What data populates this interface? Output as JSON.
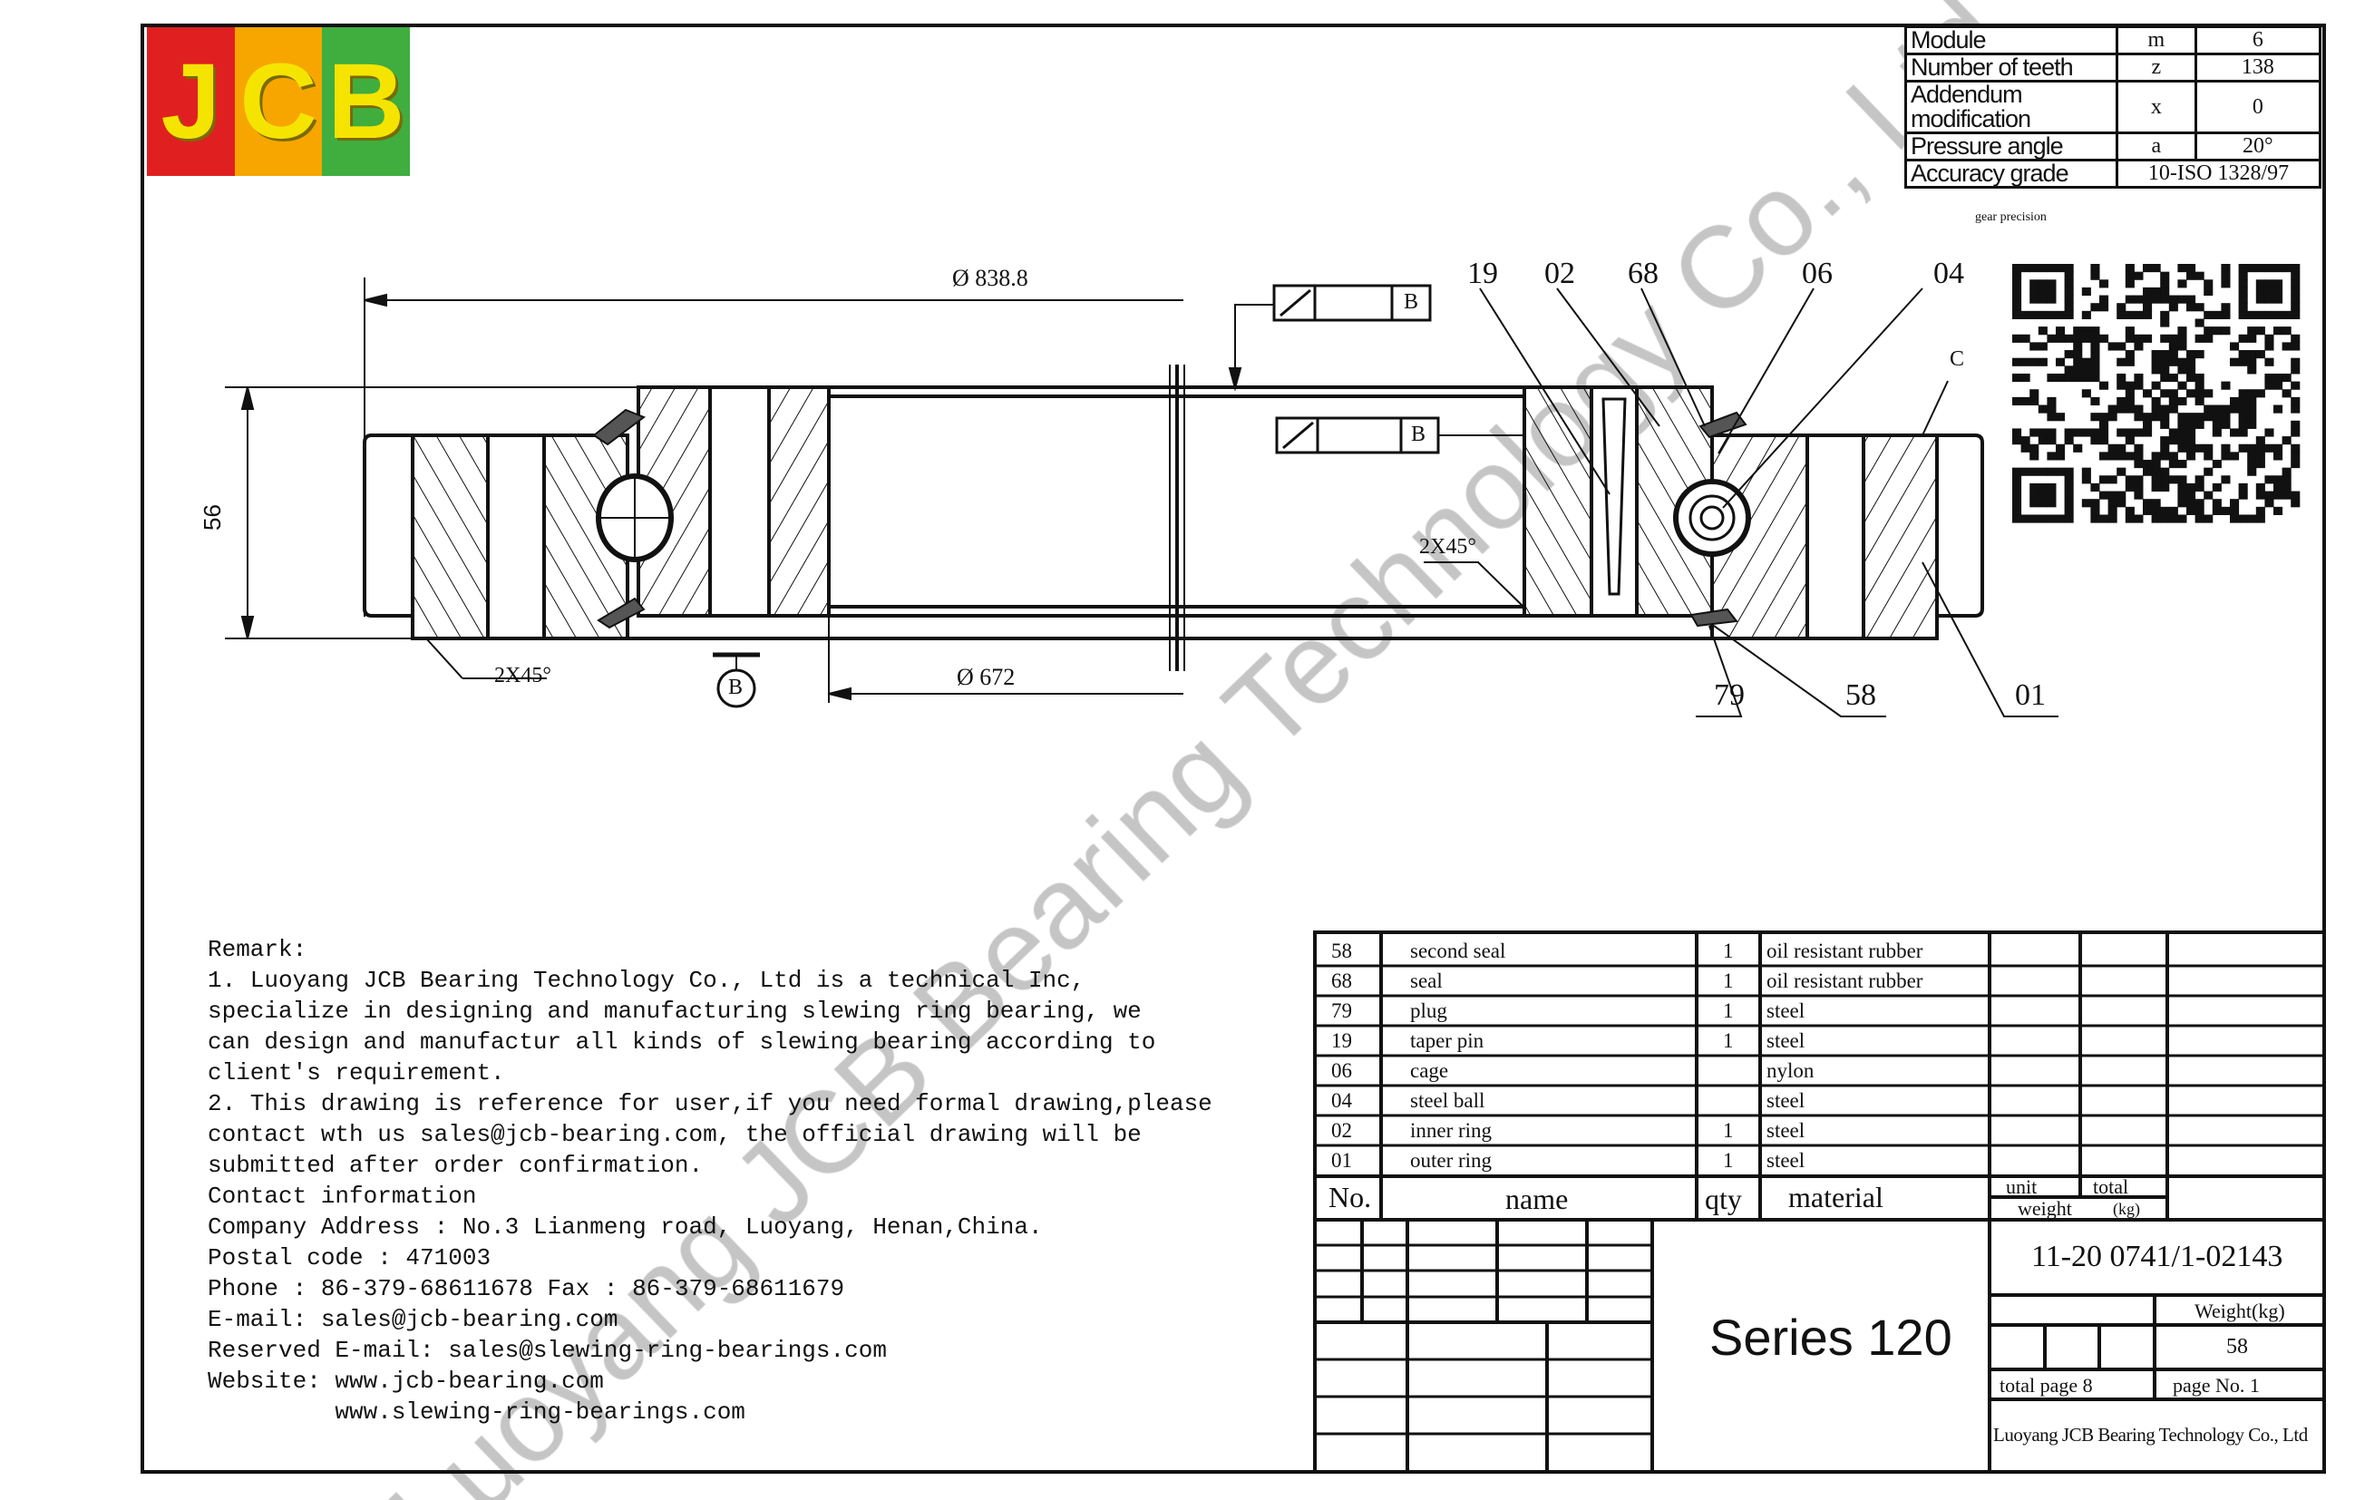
{
  "logo": {
    "text": [
      "J",
      "C",
      "B"
    ],
    "colors": [
      "#e02020",
      "#f7a600",
      "#3fae3f"
    ]
  },
  "spec_table": [
    {
      "label": "Module",
      "symbol": "m",
      "value": "6"
    },
    {
      "label": "Number of teeth",
      "symbol": "z",
      "value": "138"
    },
    {
      "label": "Addendum modification",
      "symbol": "x",
      "value": "0"
    },
    {
      "label": "Pressure angle",
      "symbol": "a",
      "value": "20°"
    },
    {
      "label": "Accuracy grade",
      "value": "10-ISO 1328/97"
    }
  ],
  "gear_precision": "gear precision",
  "dimensions": {
    "outer_dia": "Ø 838.8",
    "inner_dia": "Ø 672",
    "height": "56",
    "chamfer_left": "2X45°",
    "chamfer_right": "2X45°",
    "datum": "B",
    "datum_circle": "B",
    "section_c": "C"
  },
  "callouts": [
    "19",
    "02",
    "68",
    "06",
    "04",
    "79",
    "58",
    "01"
  ],
  "watermark": "Luoyang JCB Bearing Technology Co., Ltd",
  "remark": [
    "Remark:",
    "1. Luoyang JCB Bearing Technology Co., Ltd is a technical Inc,",
    "specialize in designing and manufacturing slewing ring bearing, we",
    "can design and manufactur all kinds of slewing bearing according to",
    "client's requirement.",
    "2. This drawing is reference for user,if you need formal drawing,please",
    "contact wth us sales@jcb-bearing.com, the official drawing will be",
    "submitted after order confirmation.",
    "Contact information",
    "Company Address : No.3 Lianmeng road, Luoyang, Henan,China.",
    "Postal code : 471003",
    "Phone : 86-379-68611678 Fax : 86-379-68611679",
    "E-mail: sales@jcb-bearing.com",
    "Reserved E-mail: sales@slewing-ring-bearings.com",
    "Website: www.jcb-bearing.com",
    "         www.slewing-ring-bearings.com"
  ],
  "parts": [
    {
      "no": "58",
      "name": "second seal",
      "qty": "1",
      "material": "oil resistant rubber"
    },
    {
      "no": "68",
      "name": "seal",
      "qty": "1",
      "material": "oil resistant rubber"
    },
    {
      "no": "79",
      "name": "plug",
      "qty": "1",
      "material": "steel"
    },
    {
      "no": "19",
      "name": "taper pin",
      "qty": "1",
      "material": "steel"
    },
    {
      "no": "06",
      "name": "cage",
      "qty": "",
      "material": "nylon"
    },
    {
      "no": "04",
      "name": "steel ball",
      "qty": "",
      "material": "steel"
    },
    {
      "no": "02",
      "name": "inner ring",
      "qty": "1",
      "material": "steel"
    },
    {
      "no": "01",
      "name": "outer ring",
      "qty": "1",
      "material": "steel"
    }
  ],
  "parts_header": {
    "no": "No.",
    "name": "name",
    "qty": "qty",
    "material": "material",
    "unit": "unit",
    "total": "total",
    "weight": "weight",
    "kg": "(kg)"
  },
  "title_block": {
    "series": "Series 120",
    "drawing_no": "11-20 0741/1-02143",
    "weight_label": "Weight(kg)",
    "weight_value": "58",
    "total_page": "total page  8",
    "page_no": "page No.  1",
    "company": "Luoyang JCB Bearing Technology Co., Ltd"
  }
}
